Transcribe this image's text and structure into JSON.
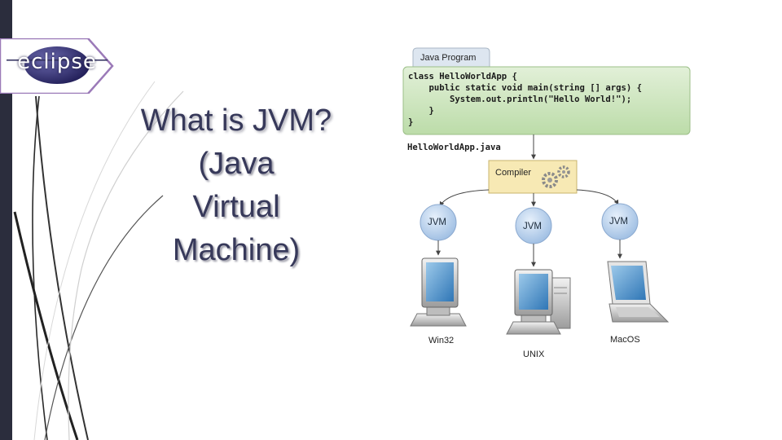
{
  "logo": {
    "text": "eclipse"
  },
  "slide": {
    "title_line1": "What is JVM?",
    "title_line2": "(Java",
    "title_line3": "Virtual",
    "title_line4": "Machine)"
  },
  "diagram": {
    "program_tab": "Java Program",
    "code_lines": [
      "class HelloWorldApp {",
      "    public static void main(string [] args) {",
      "        System.out.println(\"Hello World!\");",
      "    }",
      "}"
    ],
    "filename": "HelloWorldApp.java",
    "compiler": "Compiler",
    "jvm_labels": [
      "JVM",
      "JVM",
      "JVM"
    ],
    "platforms": [
      "Win32",
      "UNIX",
      "MacOS"
    ]
  },
  "colors": {
    "code_panel": "#cfe6c0",
    "compiler_box": "#f7e9b4",
    "jvm_circle": "#bcd3ee",
    "slide_bar": "#2b2d3d",
    "title_text": "#37395a"
  }
}
